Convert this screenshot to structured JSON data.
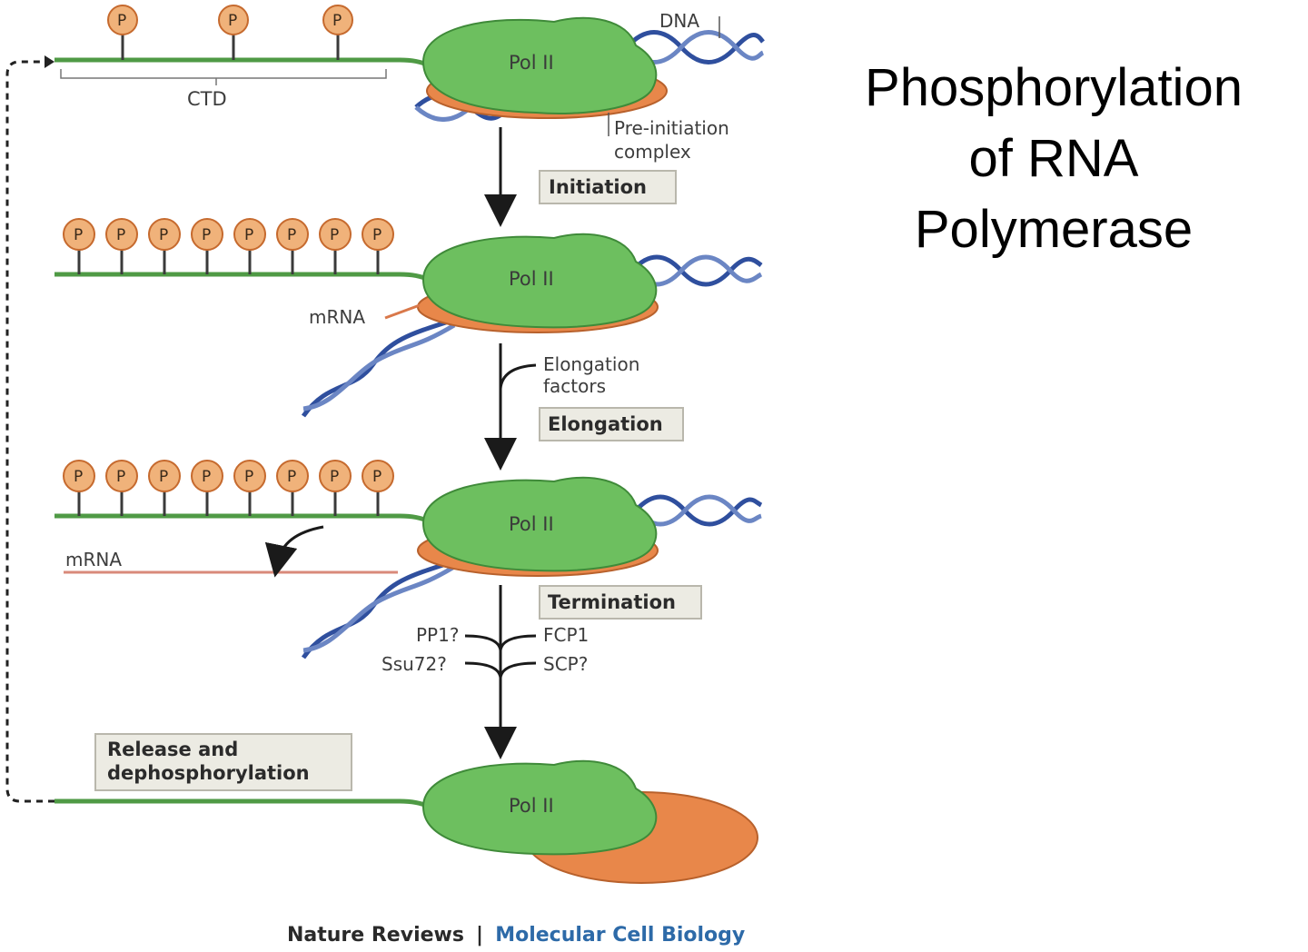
{
  "title": {
    "lines": [
      "Phosphorylation",
      "of RNA",
      "Polymerase"
    ]
  },
  "labels": {
    "dna": "DNA",
    "ctd": "CTD",
    "pic_line1": "Pre-initiation",
    "pic_line2": "complex",
    "mrna_stage2": "mRNA",
    "mrna_stage3": "mRNA",
    "elong_factors_line1": "Elongation",
    "elong_factors_line2": "factors",
    "pp1": "PP1?",
    "ssu72": "Ssu72?",
    "fcp1": "FCP1",
    "scp": "SCP?"
  },
  "steps": {
    "initiation": "Initiation",
    "elongation": "Elongation",
    "termination": "Termination",
    "release_line1": "Release and",
    "release_line2": "dephosphorylation"
  },
  "pol": {
    "label": "Pol II"
  },
  "phospho": {
    "symbol": "P"
  },
  "credit": {
    "journal": "Nature Reviews",
    "separator": "|",
    "subject": "Molecular Cell Biology"
  },
  "colors": {
    "pol_green": "#6dbf5f",
    "ctd_green": "#4f9a45",
    "orange": "#e8874a",
    "dna_blue": "#2f4f9e",
    "box_fill": "#ecebe3"
  }
}
